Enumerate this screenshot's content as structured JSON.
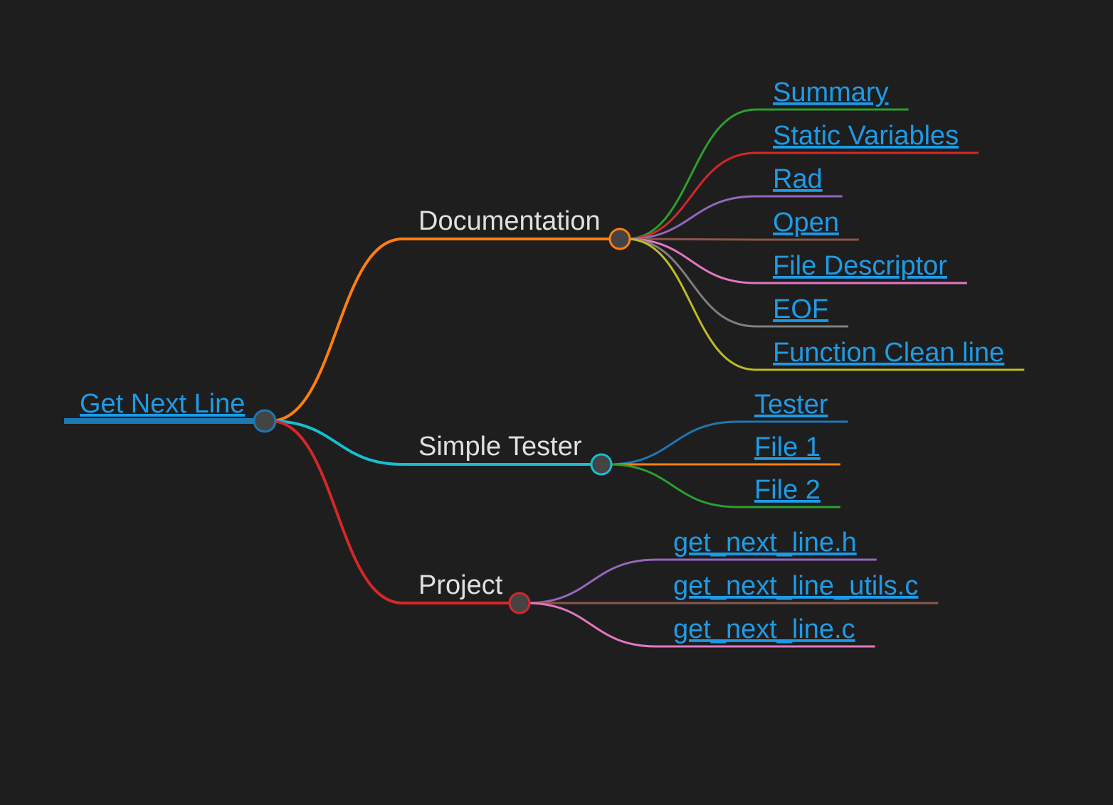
{
  "mindmap": {
    "root": {
      "label": "Get Next Line",
      "is_link": true,
      "color": "#1f77b4"
    },
    "branches": [
      {
        "label": "Documentation",
        "is_link": false,
        "color": "#ff7f0e",
        "children": [
          {
            "label": "Summary",
            "is_link": true,
            "color": "#2ca02c"
          },
          {
            "label": "Static Variables",
            "is_link": true,
            "color": "#d62728"
          },
          {
            "label": "Rad",
            "is_link": true,
            "color": "#9467bd"
          },
          {
            "label": "Open",
            "is_link": true,
            "color": "#8c564b"
          },
          {
            "label": "File Descriptor",
            "is_link": true,
            "color": "#e377c2"
          },
          {
            "label": "EOF",
            "is_link": true,
            "color": "#7f7f7f"
          },
          {
            "label": "Function Clean line",
            "is_link": true,
            "color": "#bcbd22"
          }
        ]
      },
      {
        "label": "Simple Tester",
        "is_link": false,
        "color": "#17becf",
        "children": [
          {
            "label": "Tester",
            "is_link": true,
            "color": "#1f77b4"
          },
          {
            "label": "File 1",
            "is_link": true,
            "color": "#ff7f0e"
          },
          {
            "label": "File 2",
            "is_link": true,
            "color": "#2ca02c"
          }
        ]
      },
      {
        "label": "Project",
        "is_link": false,
        "color": "#d62728",
        "children": [
          {
            "label": "get_next_line.h",
            "is_link": true,
            "color": "#9467bd"
          },
          {
            "label": "get_next_line_utils.c",
            "is_link": true,
            "color": "#8c564b"
          },
          {
            "label": "get_next_line.c",
            "is_link": true,
            "color": "#e377c2"
          }
        ]
      }
    ],
    "colors": {
      "background": "#1e1e1e",
      "link_text": "#1e9be6",
      "plain_text": "#e0e0e0",
      "node_fill": "#444444"
    }
  }
}
